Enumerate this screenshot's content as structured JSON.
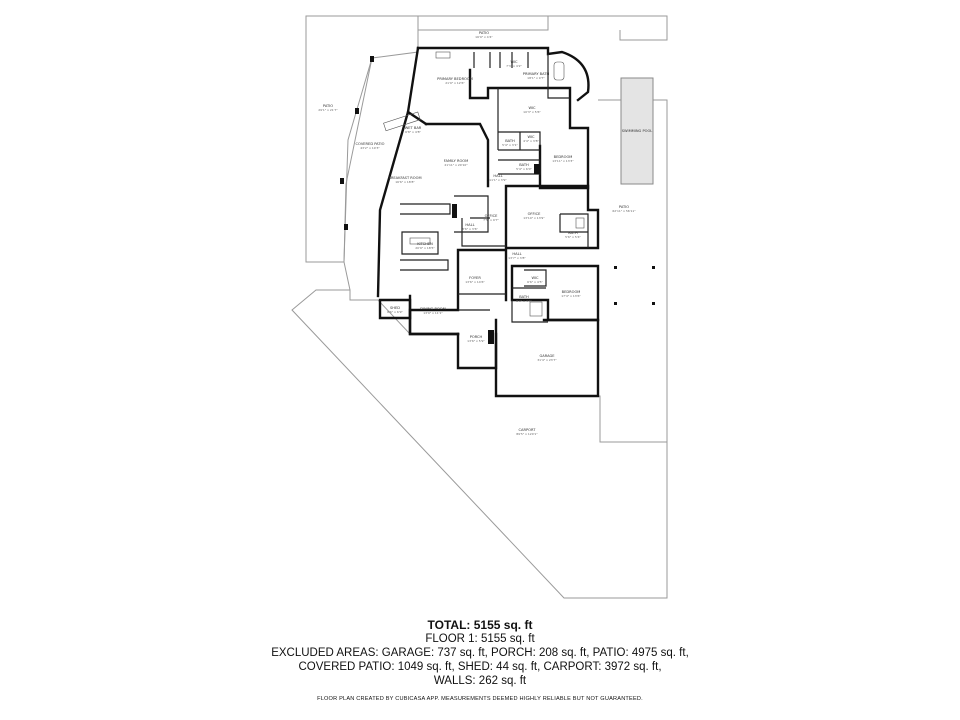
{
  "rooms": [
    {
      "id": "patio-top",
      "label": "PATIO",
      "dim": "16'9\" x 4'4\""
    },
    {
      "id": "primary-bedroom",
      "label": "PRIMARY BEDROOM",
      "dim": "21'9\" x 12'6\""
    },
    {
      "id": "wic",
      "label": "WIC",
      "dim": "7'3\" x 4'2\""
    },
    {
      "id": "primary-bath",
      "label": "PRIMARY BATH",
      "dim": "18'1\" x 9'7\""
    },
    {
      "id": "wic2",
      "label": "WIC",
      "dim": "10'3\" x 5'6\""
    },
    {
      "id": "patio-left",
      "label": "PATIO",
      "dim": "29'1\" x 21'7\""
    },
    {
      "id": "covered-patio",
      "label": "COVERED PATIO",
      "dim": "43'2\" x 19'3\""
    },
    {
      "id": "wet-bar",
      "label": "WET BAR",
      "dim": "6'8\" x 4'8\""
    },
    {
      "id": "family-room",
      "label": "FAMILY ROOM",
      "dim": "21'11\" x 20'10\""
    },
    {
      "id": "bath1",
      "label": "BATH",
      "dim": "5'4\" x 3'1\""
    },
    {
      "id": "wic3",
      "label": "WIC",
      "dim": "4'4\" x 3'8\""
    },
    {
      "id": "bedroom1",
      "label": "BEDROOM",
      "dim": "13'11\" x 13'3\""
    },
    {
      "id": "bath2",
      "label": "BATH",
      "dim": "5'4\" x 6'0\""
    },
    {
      "id": "hall1",
      "label": "HALL",
      "dim": "11'1\" x 3'9\""
    },
    {
      "id": "breakfast-room",
      "label": "BREAKFAST ROOM",
      "dim": "16'6\" x 18'8\""
    },
    {
      "id": "office1",
      "label": "OFFICE",
      "dim": "7'5\" x 9'7\""
    },
    {
      "id": "office2",
      "label": "OFFICE",
      "dim": "13'10\" x 13'9\""
    },
    {
      "id": "hall2",
      "label": "HALL",
      "dim": "8'6\" x 3'6\""
    },
    {
      "id": "bath3",
      "label": "BATH",
      "dim": "5'6\" x 5'4\""
    },
    {
      "id": "kitchen",
      "label": "KITCHEN",
      "dim": "20'9\" x 18'5\""
    },
    {
      "id": "hall3",
      "label": "HALL",
      "dim": "13'7\" x 3'8\""
    },
    {
      "id": "patio-right",
      "label": "PATIO",
      "dim": "62'11\" x 56'11\""
    },
    {
      "id": "swimming-pool",
      "label": "SWIMMING POOL",
      "dim": ""
    },
    {
      "id": "foyer",
      "label": "FOYER",
      "dim": "13'6\" x 14'6\""
    },
    {
      "id": "wic4",
      "label": "WIC",
      "dim": "6'6\" x 4'5\""
    },
    {
      "id": "bath4",
      "label": "BATH",
      "dim": "8'3\" x 4'7\""
    },
    {
      "id": "bedroom2",
      "label": "BEDROOM",
      "dim": "17'4\" x 13'6\""
    },
    {
      "id": "shed",
      "label": "SHED",
      "dim": "6'6\" x 6'9\""
    },
    {
      "id": "dining-room",
      "label": "DINING ROOM",
      "dim": "13'9\" x 11'1\""
    },
    {
      "id": "porch",
      "label": "PORCH",
      "dim": "13'6\" x 5'9\""
    },
    {
      "id": "garage",
      "label": "GARAGE",
      "dim": "31'4\" x 23'7\""
    },
    {
      "id": "carport",
      "label": "CARPORT",
      "dim": "89'5\" x 120'1\""
    }
  ],
  "summary": {
    "total": "TOTAL: 5155 sq. ft",
    "floor1": "FLOOR 1: 5155 sq. ft",
    "excluded_line1": "EXCLUDED AREAS: GARAGE: 737 sq. ft, PORCH: 208 sq. ft, PATIO: 4975 sq. ft,",
    "excluded_line2": "COVERED PATIO: 1049 sq. ft, SHED: 44 sq. ft, CARPORT: 3972 sq. ft,",
    "walls": "WALLS: 262 sq. ft",
    "credit": "FLOOR PLAN CREATED BY CUBICASA APP. MEASUREMENTS DEEMED HIGHLY RELIABLE BUT NOT GUARANTEED."
  }
}
